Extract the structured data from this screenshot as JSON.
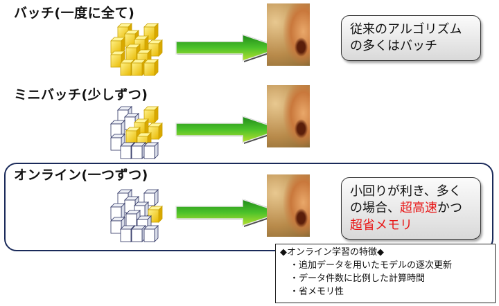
{
  "sections": [
    {
      "title": "バッチ(一度に全て)",
      "cubes": "all-yellow",
      "bubble": [
        "従来のアルゴリズム",
        "の多くはバッチ"
      ]
    },
    {
      "title": "ミニバッチ(少しずつ)",
      "cubes": "partial-yellow"
    },
    {
      "title": "オンライン(一つずつ)",
      "cubes": "one-yellow",
      "bubble_parts": {
        "line1": "小回りが利き、多く",
        "line2_a": "の場合、",
        "line2_red": "超高速",
        "line2_b": "かつ",
        "line3_red": "超省メモリ"
      }
    }
  ],
  "note": {
    "heading": "◆オンライン学習の特徴◆",
    "items": [
      "・追加データを用いたモデルの逐次更新",
      "・データ件数に比例した計算時間",
      "・省メモリ性"
    ]
  },
  "colors": {
    "accent_red": "#e81818",
    "cube_yellow": "#f5c518",
    "arrow_green": "#3aa820",
    "frame_navy": "#1a2a5a"
  }
}
